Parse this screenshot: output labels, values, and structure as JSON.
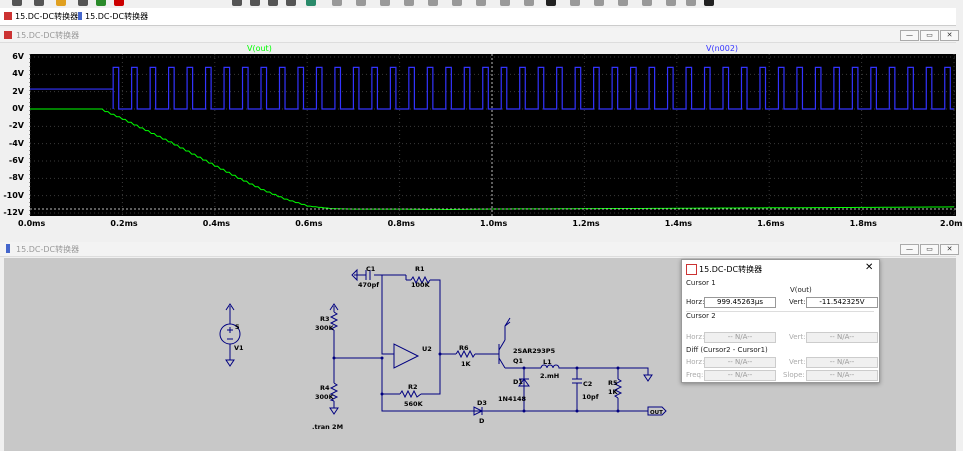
{
  "tabs": [
    {
      "label": "15.DC-DC转换器"
    },
    {
      "label": "15.DC-DC转换器"
    }
  ],
  "plot_window": {
    "title": "15.DC-DC转换器",
    "trace1_label": "V(out)",
    "trace2_label": "V(n002)"
  },
  "schematic_window": {
    "title": "15.DC-DC转换器"
  },
  "window_buttons": {
    "minimize": "—",
    "restore": "▭",
    "close": "✕"
  },
  "colors": {
    "trace_out": "#00ff00",
    "trace_n002": "#3333ff",
    "wire": "#000080",
    "plot_bg": "#000000"
  },
  "chart_data": {
    "type": "line",
    "xlabel": "",
    "ylabel": "",
    "xlim": [
      0,
      2.0
    ],
    "ylim": [
      -12,
      6
    ],
    "x_ticks": [
      "0.0ms",
      "0.2ms",
      "0.4ms",
      "0.6ms",
      "0.8ms",
      "1.0ms",
      "1.2ms",
      "1.4ms",
      "1.6ms",
      "1.8ms",
      "2.0m"
    ],
    "y_ticks": [
      "6V",
      "4V",
      "2V",
      "0V",
      "-2V",
      "-4V",
      "-6V",
      "-8V",
      "-10V",
      "-12V"
    ],
    "grid": true,
    "series": [
      {
        "name": "V(out)",
        "color": "#00ff00",
        "x": [
          0,
          0.15,
          0.2,
          0.25,
          0.3,
          0.35,
          0.4,
          0.45,
          0.5,
          0.55,
          0.6,
          0.65,
          0.7,
          0.75,
          0.8,
          0.9,
          1.0,
          1.2,
          1.4,
          1.6,
          1.8,
          2.0
        ],
        "y": [
          0,
          0,
          -1.2,
          -2.5,
          -3.8,
          -5.2,
          -6.6,
          -8.0,
          -9.3,
          -10.4,
          -11.2,
          -11.5,
          -11.55,
          -11.55,
          -11.55,
          -11.6,
          -11.54,
          -11.5,
          -11.45,
          -11.4,
          -11.35,
          -11.3
        ]
      },
      {
        "name": "V(n002)",
        "color": "#3333ff",
        "pulse": {
          "start_ms": 0.18,
          "period_ms": 0.04,
          "high_v": 4.8,
          "low_v": 0.0,
          "pre_level_v": 2.3
        }
      }
    ],
    "cursor_x": 1.0
  },
  "schematic": {
    "labels": {
      "c1": "C1",
      "c1v": "470pf",
      "r1": "R1",
      "r1v": "100K",
      "r3": "R3",
      "r3v": "300K",
      "r4": "R4",
      "r4v": "300K",
      "u2": "U2",
      "r2": "R2",
      "r2v": "560K",
      "r6": "R6",
      "r6v": "1K",
      "q1": "Q1",
      "q1v": "2SAR293P5",
      "d1": "D1",
      "d1v": "1N4148",
      "l1": "L1",
      "l1v": "2.mH",
      "c2": "C2",
      "c2v": "10pf",
      "r5": "R5",
      "r5v": "1K",
      "d3": "D3",
      "d3v": "D",
      "v1": "V1",
      "v1v": "5",
      "tran": ".tran 2M",
      "out": "OUT"
    }
  },
  "cursor_dialog": {
    "title": "15.DC-DC转换器",
    "cursor1_label": "Cursor 1",
    "trace": "V(out)",
    "horz_label": "Horz:",
    "horz_value": "999.45263µs",
    "vert_label": "Vert:",
    "vert_value": "-11.542325V",
    "cursor2_label": "Cursor 2",
    "c2_horz_value": "-- N/A--",
    "c2_vert_value": "-- N/A--",
    "diff_label": "Diff (Cursor2 - Cursor1)",
    "diff_horz_value": "-- N/A--",
    "diff_vert_value": "-- N/A--",
    "freq_label": "Freq:",
    "freq_value": "-- N/A--",
    "slope_label": "Slope:",
    "slope_value": "-- N/A--",
    "close": "✕"
  }
}
